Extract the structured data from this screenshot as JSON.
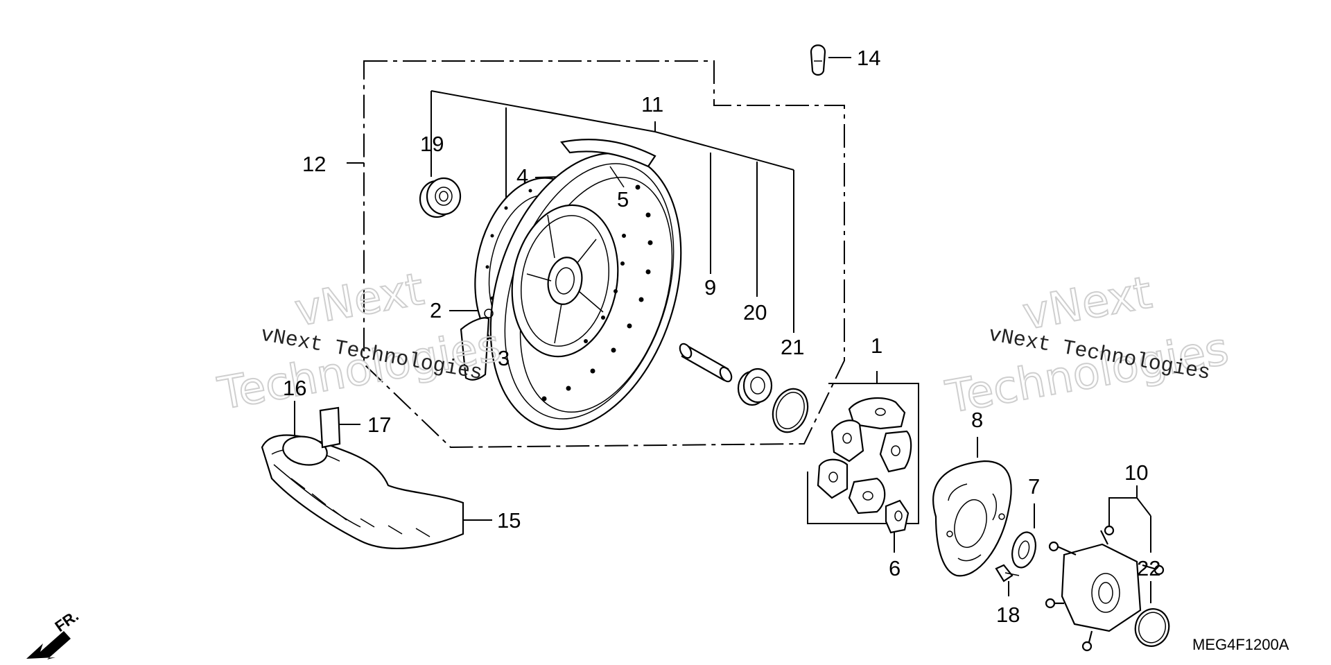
{
  "diagram": {
    "code": "MEG4F1200A",
    "direction_label": "FR.",
    "watermark": {
      "big_left_line1": "vNext",
      "big_left_line2": "Technologies",
      "small_left": "vNext Technologies",
      "big_right_line1": "vNext",
      "big_right_line2": "Technologies",
      "small_right": "vNext Technologies"
    },
    "callouts": {
      "c1": "1",
      "c2": "2",
      "c3": "3",
      "c4": "4",
      "c5": "5",
      "c6": "6",
      "c7": "7",
      "c8": "8",
      "c9": "9",
      "c10": "10",
      "c11": "11",
      "c12": "12",
      "c14": "14",
      "c15": "15",
      "c16": "16",
      "c17": "17",
      "c18": "18",
      "c19": "19",
      "c20": "20",
      "c21": "21",
      "c22": "22"
    }
  }
}
